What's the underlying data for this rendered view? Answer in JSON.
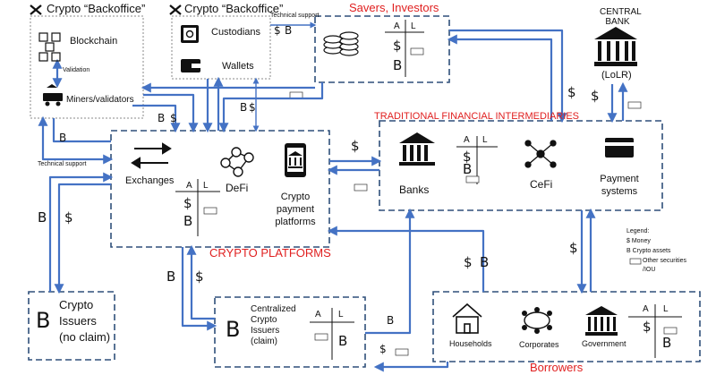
{
  "colors": {
    "arrow": "#4472c4",
    "box_border": "#2f4f7a",
    "dotted": "#888888",
    "title_red": "#e02020",
    "icon": "#111111"
  },
  "symbols": {
    "money": "$",
    "crypto": "B",
    "securities": "▭"
  },
  "backoffice_left": {
    "title": "Crypto “Backoffice”",
    "blockchain": "Blockchain",
    "validation": "Validation",
    "miners": "Miners/validators"
  },
  "backoffice_mid": {
    "title": "Crypto “Backoffice”",
    "custodians": "Custodians",
    "wallets": "Wallets",
    "technical_support": "Technical support"
  },
  "savers": {
    "title": "Savers, Investors",
    "a": "A",
    "l": "L"
  },
  "central_bank": {
    "title_line1": "CENTRAL",
    "title_line2": "BANK",
    "lolr": "(LoLR)"
  },
  "tfi": {
    "title": "TRADITIONAL  FINANCIAL INTERMEDIARIES",
    "banks": "Banks",
    "cefi": "CeFi",
    "payment_line1": "Payment",
    "payment_line2": "systems",
    "a": "A",
    "l": "L"
  },
  "crypto_platforms": {
    "title": "CRYPTO PLATFORMS",
    "exchanges": "Exchanges",
    "defi": "DeFi",
    "cpp_line1": "Crypto",
    "cpp_line2": "payment",
    "cpp_line3": "platforms",
    "a": "A",
    "l": "L"
  },
  "technical_support_left": "Technical support",
  "crypto_issuers": {
    "line1": "Crypto",
    "line2": "Issuers",
    "line3": "(no claim)"
  },
  "centralized_issuers": {
    "line1": "Centralized",
    "line2": "Crypto",
    "line3": "Issuers",
    "line4": "(claim)",
    "a": "A",
    "l": "L"
  },
  "borrowers": {
    "title": "Borrowers",
    "households": "Households",
    "corporates": "Corporates",
    "government": "Government",
    "a": "A",
    "l": "L"
  },
  "legend": {
    "title": "Legend:",
    "money": "$ Money",
    "crypto": "B Crypto assets",
    "other1": "Other securities",
    "other2": "/IOU"
  }
}
